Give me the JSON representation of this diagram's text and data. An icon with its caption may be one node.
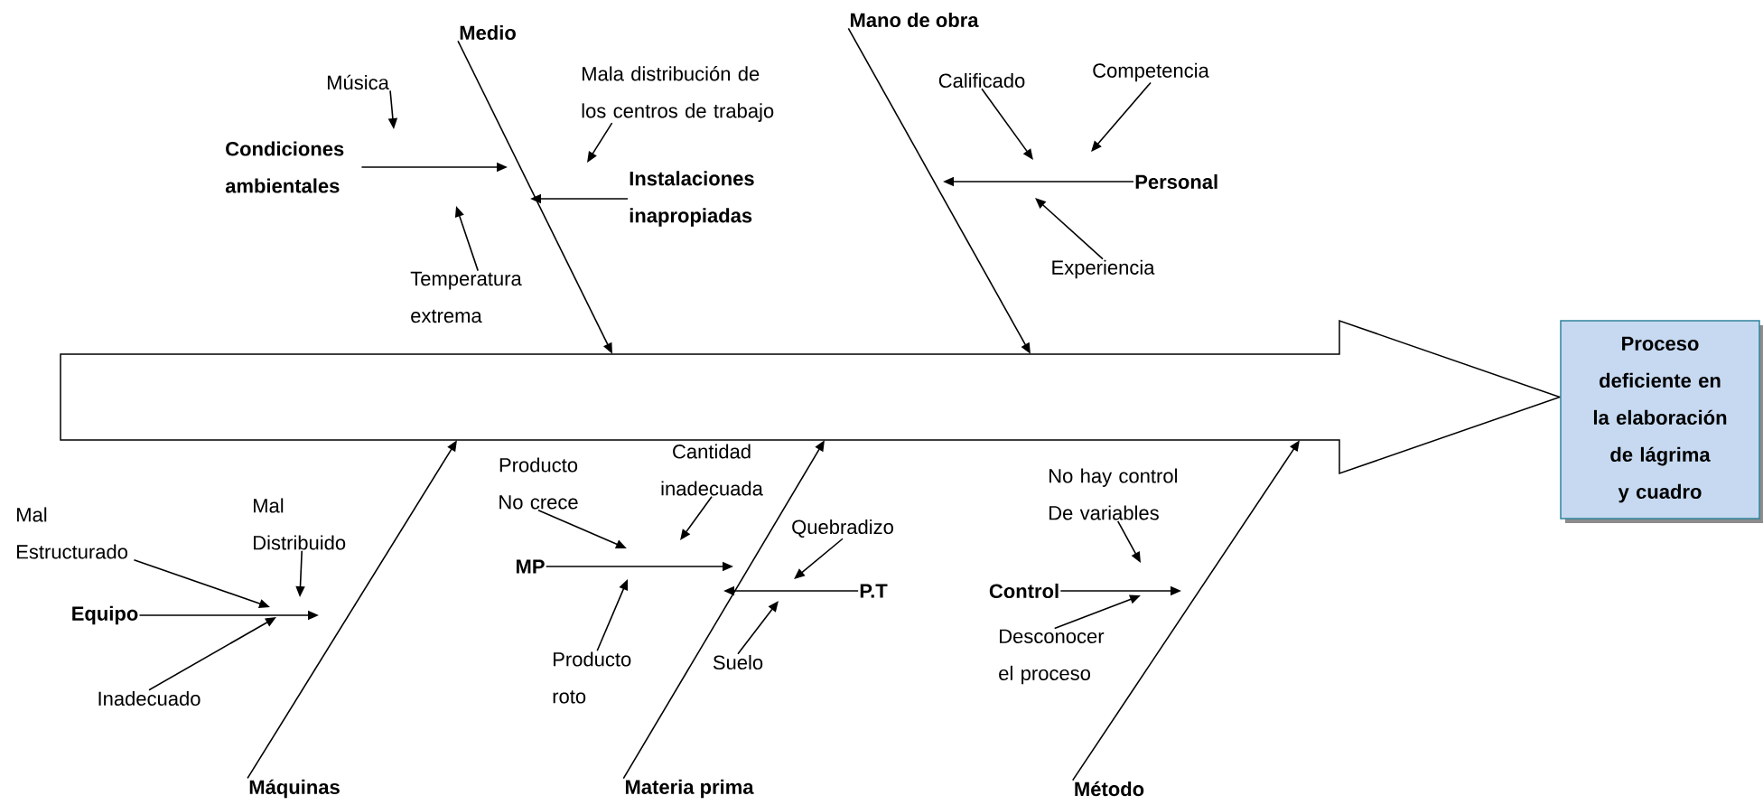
{
  "diagram": {
    "nodes": [
      {
        "text": [
          "Medio"
        ]
      },
      {
        "text": [
          "Mano de obra"
        ]
      },
      {
        "text": [
          "Música"
        ]
      },
      {
        "text": [
          "Mala distribución de los centros de trabajo"
        ]
      },
      {
        "text": [
          "Calificado"
        ]
      },
      {
        "text": [
          "Competencia"
        ]
      },
      {
        "text": [
          "Condiciones ambientales"
        ]
      },
      {
        "text": [
          "Instalaciones inapropiadas"
        ]
      },
      {
        "text": [
          "Personal"
        ]
      },
      {
        "text": [
          "Experiencia"
        ]
      },
      {
        "text": [
          "Temperatura extrema"
        ]
      },
      {
        "text": [],
        "shape": "arrow"
      },
      {
        "text": [
          "Proceso deficiente en la elaboración de lágrima y cuadro"
        ]
      },
      {
        "text": [
          "Cantidad inadecuada"
        ]
      },
      {
        "text": [
          "Producto No crece"
        ]
      },
      {
        "text": [
          "No hay control De variables"
        ]
      },
      {
        "text": [
          "Mal Distribuido"
        ]
      },
      {
        "text": [
          "Mal Estructurado"
        ]
      },
      {
        "text": [
          "Quebradizo"
        ]
      },
      {
        "text": [
          "MP"
        ]
      },
      {
        "text": [
          "P.T"
        ]
      },
      {
        "text": [
          "Control"
        ]
      },
      {
        "text": [
          "Equipo"
        ]
      },
      {
        "text": [
          "Producto roto"
        ]
      },
      {
        "text": [
          "Suelo"
        ]
      },
      {
        "text": [
          "Desconocer el proceso"
        ]
      },
      {
        "text": [
          "Inadecuado"
        ]
      },
      {
        "text": [
          "Máquinas"
        ]
      },
      {
        "text": [
          "Materia prima"
        ]
      },
      {
        "text": [
          "Método"
        ]
      }
    ],
    "edges": [
      {
        "from": 0,
        "to": 11,
        "arrow": "to"
      },
      {
        "from": 1,
        "to": 11,
        "arrow": "to"
      },
      {
        "from": 27,
        "to": 11,
        "arrow": "to"
      },
      {
        "from": 28,
        "to": 11,
        "arrow": "to"
      },
      {
        "from": 29,
        "to": 11,
        "arrow": "to"
      },
      {
        "from": 6,
        "to": null,
        "arrow": "to"
      },
      {
        "from": 7,
        "to": null,
        "arrow": "to"
      },
      {
        "from": 2,
        "to": null,
        "arrow": "to"
      },
      {
        "from": 3,
        "to": null,
        "arrow": "to"
      },
      {
        "from": 10,
        "to": null,
        "arrow": "to"
      },
      {
        "from": 8,
        "to": null,
        "arrow": "to"
      },
      {
        "from": 4,
        "to": null,
        "arrow": "to"
      },
      {
        "from": 5,
        "to": null,
        "arrow": "to"
      },
      {
        "from": 9,
        "to": null,
        "arrow": "to"
      },
      {
        "from": 22,
        "to": null,
        "arrow": "to"
      },
      {
        "from": 17,
        "to": null,
        "arrow": "to"
      },
      {
        "from": 16,
        "to": null,
        "arrow": "to"
      },
      {
        "from": 26,
        "to": null,
        "arrow": "to"
      },
      {
        "from": 19,
        "to": null,
        "arrow": "to"
      },
      {
        "from": 14,
        "to": null,
        "arrow": "to"
      },
      {
        "from": 13,
        "to": null,
        "arrow": "to"
      },
      {
        "from": 23,
        "to": null,
        "arrow": "to"
      },
      {
        "from": 20,
        "to": null,
        "arrow": "to"
      },
      {
        "from": 18,
        "to": null,
        "arrow": "to"
      },
      {
        "from": 24,
        "to": null,
        "arrow": "to"
      },
      {
        "from": 21,
        "to": null,
        "arrow": "to"
      },
      {
        "from": 15,
        "to": null,
        "arrow": "to"
      },
      {
        "from": 25,
        "to": null,
        "arrow": "to"
      }
    ]
  }
}
